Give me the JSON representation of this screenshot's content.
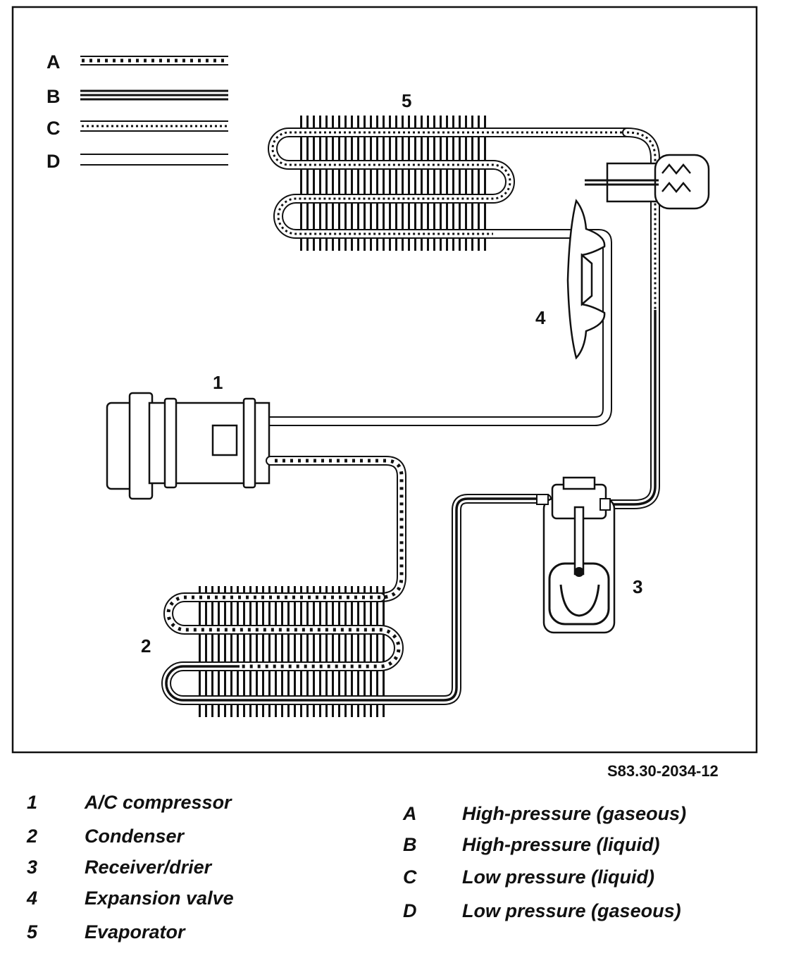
{
  "figure_code": "S83.30-2034-12",
  "legend_lines": [
    "A",
    "B",
    "C",
    "D"
  ],
  "component_labels": [
    "1",
    "2",
    "3",
    "4",
    "5"
  ],
  "components": [
    {
      "num": "1",
      "label": "A/C compressor"
    },
    {
      "num": "2",
      "label": "Condenser"
    },
    {
      "num": "3",
      "label": "Receiver/drier"
    },
    {
      "num": "4",
      "label": "Expansion valve"
    },
    {
      "num": "5",
      "label": "Evaporator"
    }
  ],
  "line_types": [
    {
      "letter": "A",
      "label": "High-pressure (gaseous)"
    },
    {
      "letter": "B",
      "label": "High-pressure (liquid)"
    },
    {
      "letter": "C",
      "label": "Low pressure (liquid)"
    },
    {
      "letter": "D",
      "label": "Low pressure (gaseous)"
    }
  ]
}
